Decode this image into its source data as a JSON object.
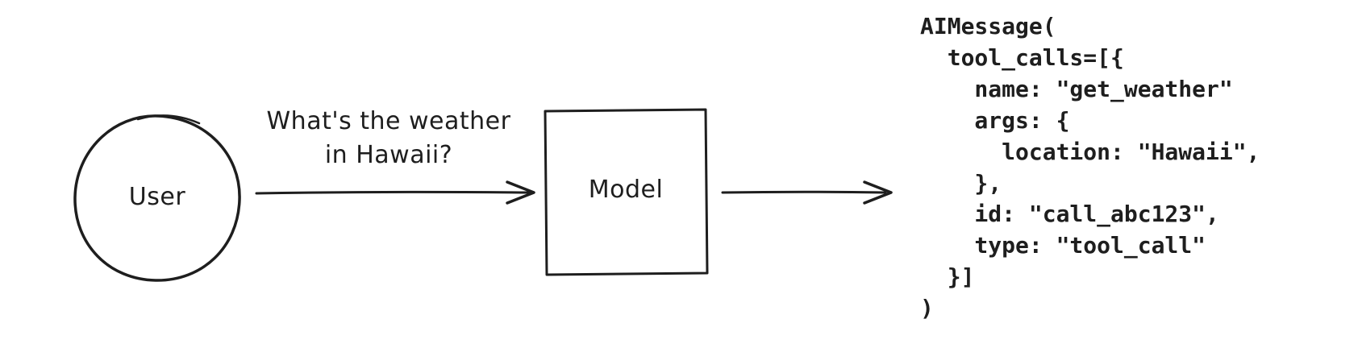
{
  "diagram": {
    "background_color": "#ffffff",
    "stroke_color": "#1e1e1e",
    "user_label": "User",
    "model_label": "Model",
    "message_label": "What's the weather\nin Hawaii?",
    "code": {
      "lines": [
        "AIMessage(",
        "  tool_calls=[{",
        "    name: \"get_weather\"",
        "    args: {",
        "      location: \"Hawaii\",",
        "    },",
        "    id: \"call_abc123\",",
        "    type: \"tool_call\"",
        "  }]",
        ")"
      ]
    }
  }
}
